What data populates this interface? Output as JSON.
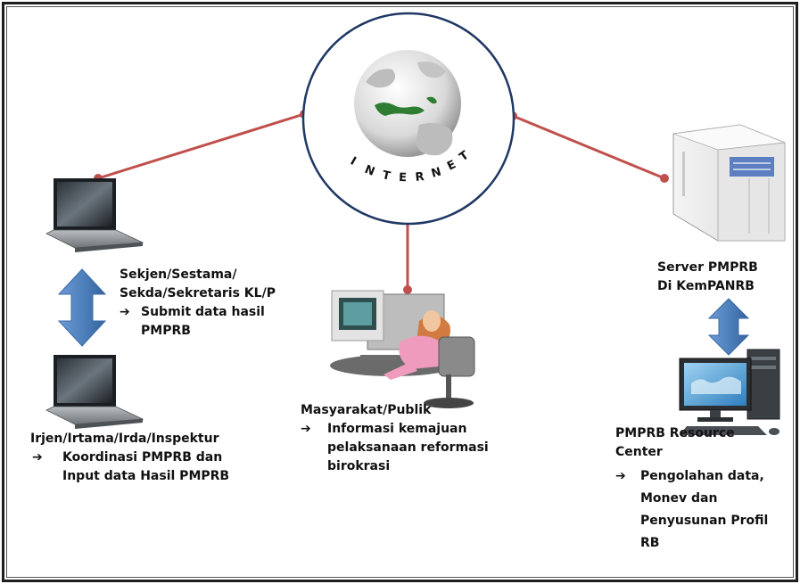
{
  "center": {
    "label": "INTERNET",
    "letters": [
      "I",
      "N",
      "T",
      "E",
      "R",
      "N",
      "E",
      "T"
    ]
  },
  "colors": {
    "connector": "#c0504d",
    "circle_border": "#1f3864",
    "arrow_fill": "#4f81bd"
  },
  "nodes": {
    "sekjen": {
      "lines": [
        "Sekjen/Sestama/",
        "Sekda/Sekretaris KL/P"
      ],
      "bullet": "➔",
      "sub": [
        "Submit data hasil",
        "PMPRB"
      ]
    },
    "irjen": {
      "title": "Irjen/Irtama/Irda/Inspektur",
      "bullet": "➔",
      "sub": [
        "Koordinasi PMPRB dan",
        "Input data Hasil PMPRB"
      ]
    },
    "publik": {
      "title": "Masyarakat/Publik",
      "bullet": "➔",
      "sub": [
        "Informasi kemajuan",
        "pelaksanaan reformasi",
        "birokrasi"
      ]
    },
    "server": {
      "lines": [
        "Server PMPRB",
        "Di KemPANRB"
      ]
    },
    "resource": {
      "lines": [
        "PMPRB Resource",
        "Center"
      ],
      "bullet": "➔",
      "sub": [
        "Pengolahan data,",
        "Monev dan",
        "Penyusunan Profil",
        "RB"
      ]
    }
  }
}
